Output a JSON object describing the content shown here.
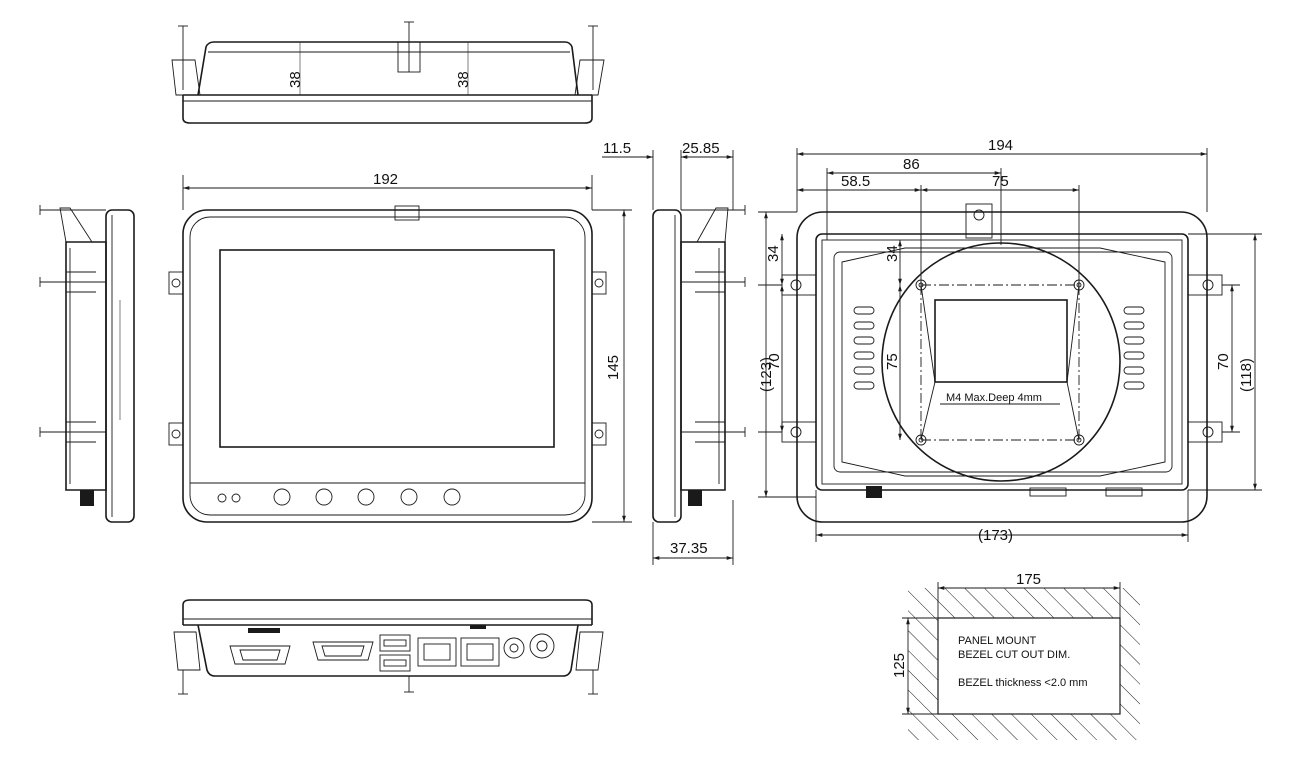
{
  "top_view": {
    "dim_left": "38",
    "dim_right": "38"
  },
  "front_view": {
    "dim_width": "192",
    "dim_height": "145"
  },
  "side_view": {
    "dim_a": "11.5",
    "dim_b": "25.85",
    "dim_depth": "37.35"
  },
  "rear_view": {
    "dim_overall": "194",
    "dim_86": "86",
    "dim_58": "58.5",
    "dim_75_top": "75",
    "dim_34_left": "34",
    "dim_34_inner": "34",
    "dim_123": "(123)",
    "dim_70_left": "70",
    "dim_75_vert": "75",
    "dim_70_right": "70",
    "dim_118": "(118)",
    "dim_173": "(173)",
    "vesa_note": "M4 Max.Deep 4mm"
  },
  "cutout": {
    "dim_width": "175",
    "dim_height": "125",
    "line1": "PANEL MOUNT",
    "line2": "BEZEL CUT OUT DIM.",
    "line3": "BEZEL thickness <2.0 mm"
  }
}
